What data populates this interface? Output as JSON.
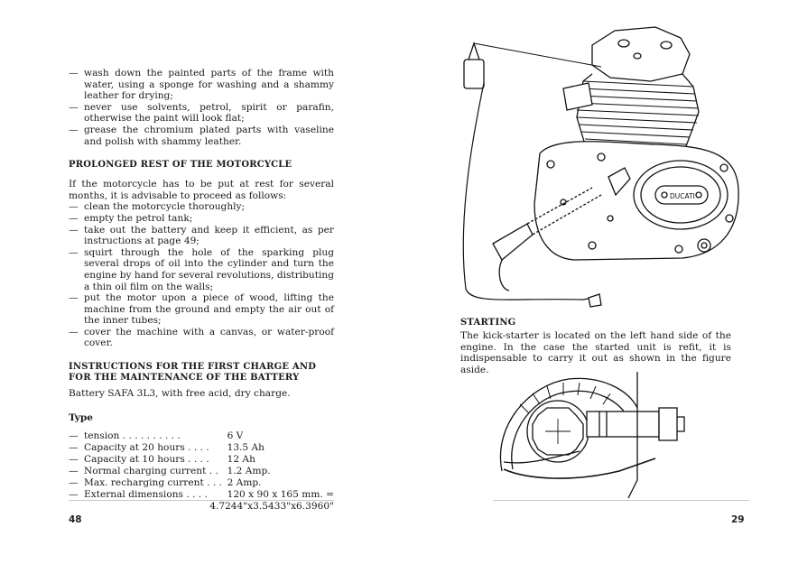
{
  "left_page": {
    "intro_items": [
      "wash down the painted parts of the frame with water, using a sponge for washing and a shammy leather for drying;",
      "never use solvents, petrol, spirit or parafin, otherwise the paint will look flat;",
      "grease the chromium plated parts with vaseline and polish with shammy leather."
    ],
    "section1": {
      "heading": "PROLONGED REST OF THE MOTORCYCLE",
      "intro": "If the motorcycle has to be put at rest for several months, it is advisable to proceed as follows:",
      "items": [
        "clean the motorcycle thoroughly;",
        "empty the petrol tank;",
        "take out the battery and keep it efficient, as per instructions at page 49;",
        "squirt through the hole of the sparking plug several drops of oil into the cylinder and turn the engine by hand for several revolutions, distributing a thin oil film on the walls;",
        "put the motor upon a piece of wood, lifting the machine from the ground and empty the air out of the inner tubes;",
        "cover the machine with a canvas, or water-proof cover."
      ]
    },
    "section2": {
      "heading": "INSTRUCTIONS FOR THE FIRST CHARGE AND FOR THE MAINTENANCE OF THE BATTERY",
      "intro": "Battery SAFA 3L3, with free acid, dry charge."
    },
    "type_section": {
      "heading": "Type",
      "rows": [
        {
          "label": "tension . . . . . . . . . .",
          "value": "6    V"
        },
        {
          "label": "Capacity at 20 hours . . . .",
          "value": "13.5 Ah"
        },
        {
          "label": "Capacity at 10 hours . . . .",
          "value": "12   Ah"
        },
        {
          "label": "Normal charging current  . .",
          "value": "1.2  Amp."
        },
        {
          "label": "Max. recharging current . . .",
          "value": "2    Amp."
        },
        {
          "label": "External dimensions  . . . .",
          "value": "120 x 90 x 165 mm. ="
        }
      ],
      "dimensions_imperial": "4.7244\"x3.5433\"x6.3960\""
    },
    "page_number": "48"
  },
  "right_page": {
    "figure_top": {
      "brand_label": "DUCATI"
    },
    "starting": {
      "heading": "STARTING",
      "text": "The kick-starter is located on the left hand side of the engine. In the case the started unit is refit, it is indispensable to carry it out as shown in the figure aside."
    },
    "page_number": "29"
  }
}
